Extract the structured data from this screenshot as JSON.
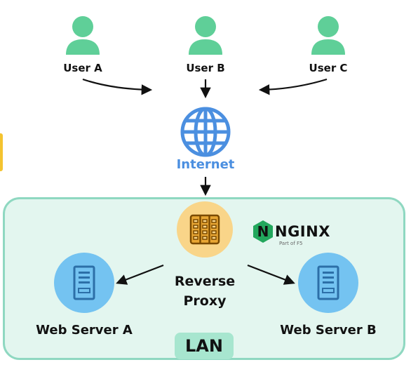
{
  "users": [
    {
      "name": "User A"
    },
    {
      "name": "User B"
    },
    {
      "name": "User C"
    }
  ],
  "internet": {
    "label": "Internet"
  },
  "proxy": {
    "line1": "Reverse",
    "line2": "Proxy"
  },
  "servers": [
    {
      "name": "Web Server A"
    },
    {
      "name": "Web Server B"
    }
  ],
  "lan": {
    "label": "LAN"
  },
  "nginx": {
    "word": "NGINX",
    "letter": "N",
    "sub": "Part of F5"
  },
  "colors": {
    "user": "#5fcf98",
    "globe": "#4b8fe0",
    "proxy_circle": "#f9d589",
    "proxy_rack": "#e8a634",
    "server_circle": "#74c3f1",
    "server_icon": "#2c6fa8",
    "lan_border": "#8fd8c1",
    "lan_fill": "#e3f6ef",
    "lan_tag": "#a7e6cf",
    "nginx_green": "#22a75c"
  },
  "icons": [
    "user-icon",
    "globe-icon",
    "server-rack-icon",
    "server-icon",
    "nginx-logo"
  ]
}
